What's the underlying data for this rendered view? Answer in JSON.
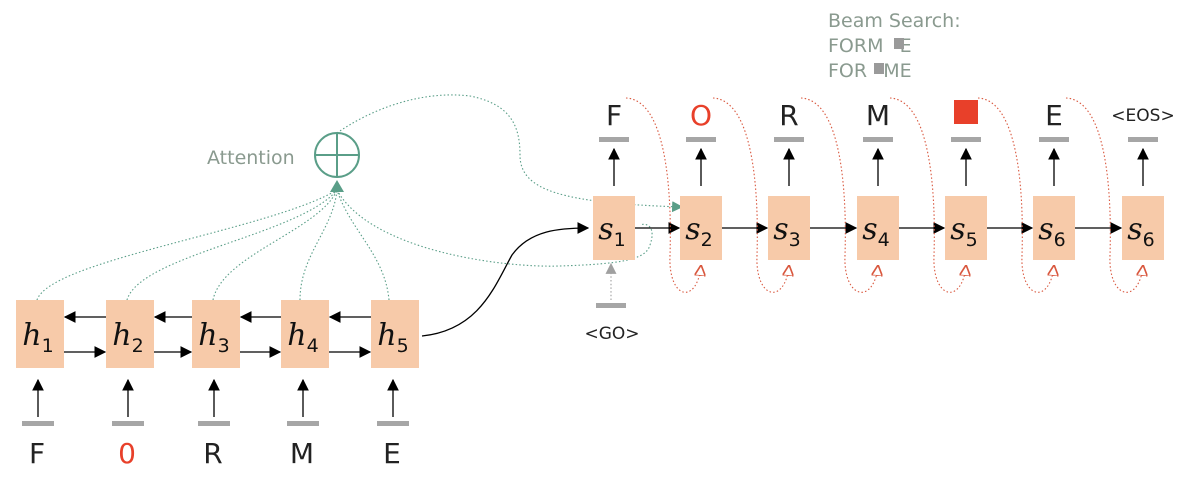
{
  "beam_search": {
    "title": "Beam Search:",
    "line1": {
      "a": "FORM",
      "b": "E"
    },
    "line2": {
      "a": "FOR",
      "b": "ME"
    }
  },
  "attention_label": "Attention",
  "encoder": {
    "states": [
      {
        "sym": "h",
        "sub": "1"
      },
      {
        "sym": "h",
        "sub": "2"
      },
      {
        "sym": "h",
        "sub": "3"
      },
      {
        "sym": "h",
        "sub": "4"
      },
      {
        "sym": "h",
        "sub": "5"
      }
    ],
    "inputs": [
      "F",
      "0",
      "R",
      "M",
      "E"
    ]
  },
  "decoder": {
    "states": [
      {
        "sym": "s",
        "sub": "1"
      },
      {
        "sym": "s",
        "sub": "2"
      },
      {
        "sym": "s",
        "sub": "3"
      },
      {
        "sym": "s",
        "sub": "4"
      },
      {
        "sym": "s",
        "sub": "5"
      },
      {
        "sym": "s",
        "sub": "6"
      },
      {
        "sym": "s",
        "sub": "6"
      }
    ],
    "outputs": [
      "F",
      "O",
      "R",
      "M",
      "",
      "E",
      "<EOS>"
    ],
    "go_token": "<GO>"
  },
  "colors": {
    "box": "#f7caa9",
    "attention": "#5a9e88",
    "highlight": "#e8402a",
    "feedback": "#d9583f",
    "label_gray": "#8a9a8f"
  }
}
